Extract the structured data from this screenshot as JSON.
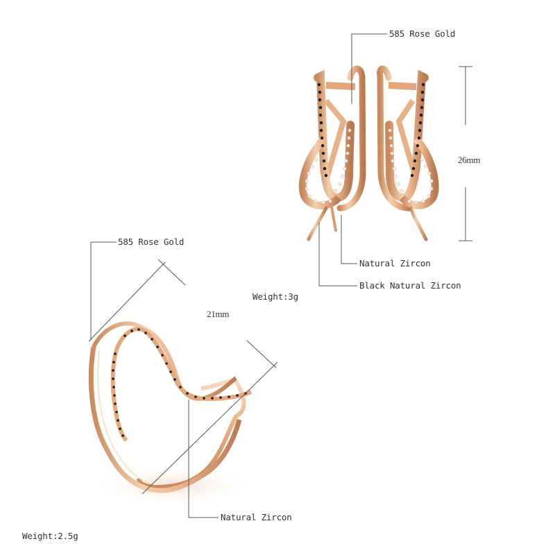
{
  "earrings": {
    "material_label": "585 Rose Gold",
    "height_label": "26mm",
    "stone_label": "Natural Zircon",
    "black_stone_label": "Black Natural Zircon",
    "weight_label": "Weight:3g"
  },
  "ring": {
    "material_label": "585 Rose Gold",
    "width_label": "21mm",
    "stone_label": "Natural Zircon",
    "weight_label": "Weight:2.5g"
  },
  "colors": {
    "background": "#ffffff",
    "rose_gold": "#e8b48c",
    "gold_highlight": "#f6dcc2",
    "gold_shadow": "#c98a5e",
    "black_stone": "#1e1a18",
    "clear_stone": "#f4eeea",
    "callout_line": "#555555"
  }
}
